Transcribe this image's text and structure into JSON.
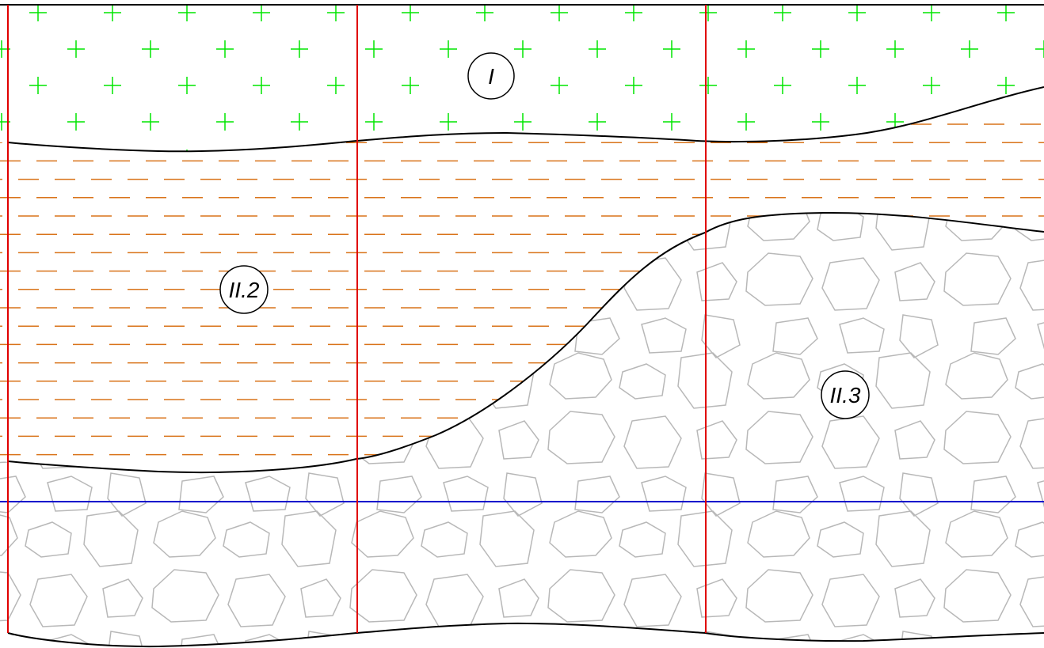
{
  "diagram": {
    "colors": {
      "background": "#ffffff",
      "granite_cross": "#00e600",
      "clay_dash": "#d9731a",
      "gravel_stone": "#b8b8b8",
      "boundary_line": "#000000",
      "borehole_line": "#e00000",
      "water_table_line": "#0000cc",
      "label_circle": "#000000"
    },
    "layers": [
      {
        "id": "I",
        "label": "I",
        "pattern": "cross-hatch"
      },
      {
        "id": "II.2",
        "label": "II.2",
        "pattern": "dash-hatch"
      },
      {
        "id": "II.3",
        "label": "II.3",
        "pattern": "stone-hatch"
      }
    ]
  }
}
